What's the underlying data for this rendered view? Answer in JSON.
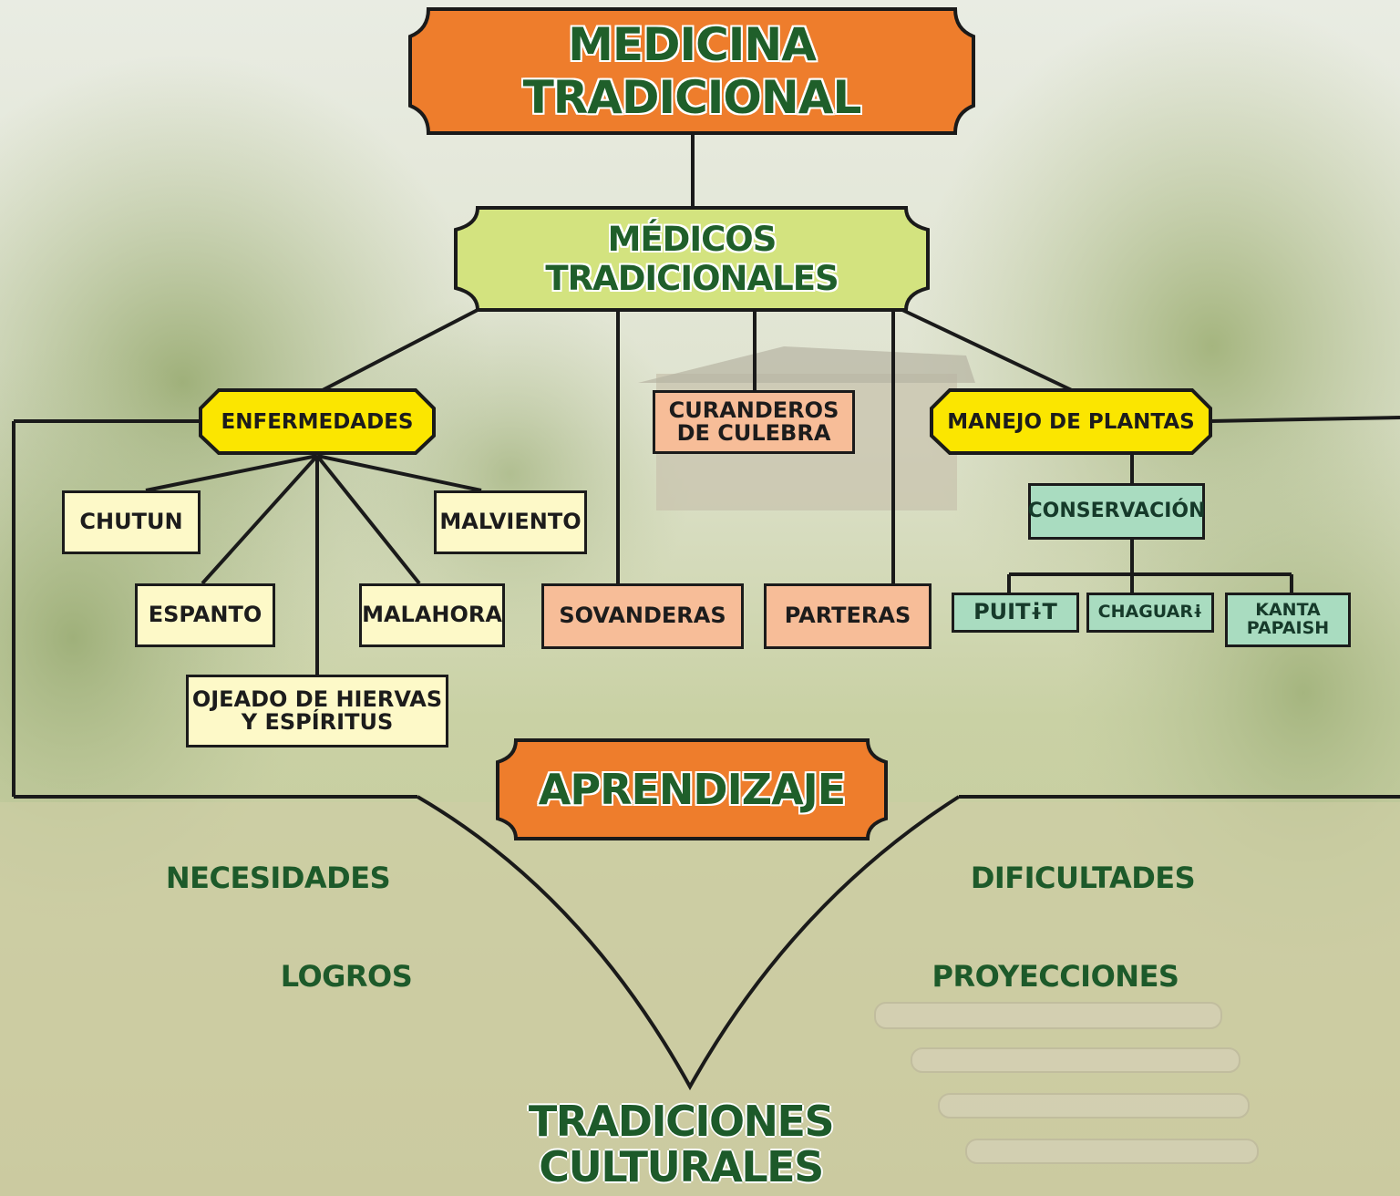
{
  "title": "MEDICINA TRADICIONAL",
  "medicos": "MÉDICOS TRADICIONALES",
  "enfermedades": {
    "label": "ENFERMEDADES",
    "items": [
      "CHUTUN",
      "MALVIENTO",
      "ESPANTO",
      "MALAHORA"
    ],
    "ojeado": [
      "OJEADO DE HIERVAS",
      "Y ESPÍRITUS"
    ]
  },
  "curanderos": [
    "CURANDEROS",
    "DE CULEBRA"
  ],
  "sovanderas": "SOVANDERAS",
  "parteras": "PARTERAS",
  "manejo": {
    "label": "MANEJO DE PLANTAS",
    "conservacion": "CONSERVACIÓN",
    "items": [
      "PUITɨT",
      "CHAGUARɨ"
    ],
    "kanta": [
      "KANTA",
      "PAPAISH"
    ]
  },
  "aprendizaje": "APRENDIZAJE",
  "left_terms": [
    "NECESIDADES",
    "LOGROS"
  ],
  "right_terms": [
    "DIFICULTADES",
    "PROYECCIONES"
  ],
  "bottom": [
    "TRADICIONES",
    "CULTURALES"
  ],
  "colors": {
    "orange": "#ee7d2c",
    "light_green": "#d3e37f",
    "yellow": "#fbe600",
    "cream": "#fdf9c8",
    "salmon": "#f7bd98",
    "mint": "#a9dcc0",
    "text_green": "#1f5f2a"
  }
}
